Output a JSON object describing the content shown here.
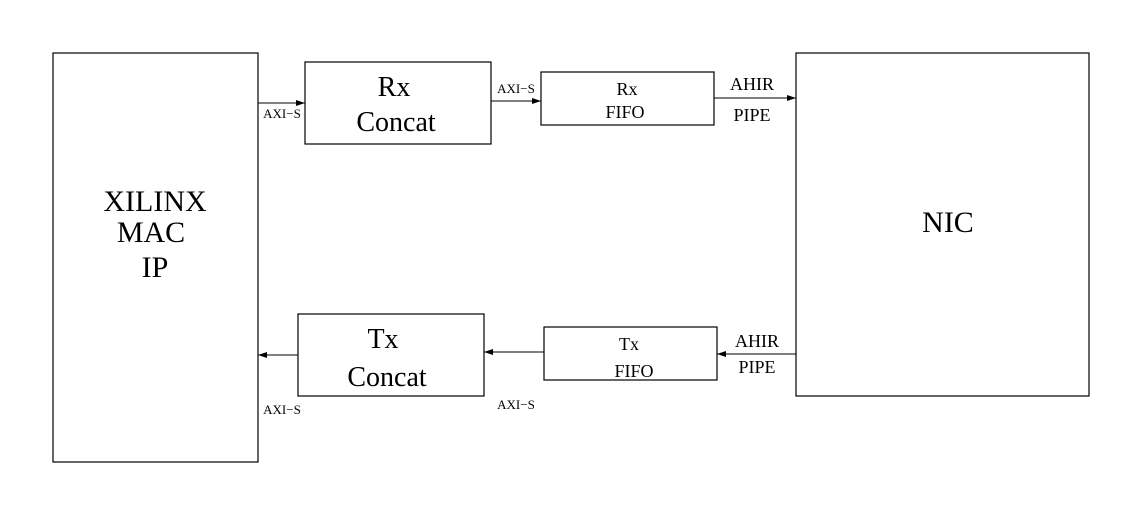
{
  "blocks": {
    "mac": {
      "lines": [
        "XILINX",
        "MAC",
        "IP"
      ]
    },
    "rx_concat": {
      "lines": [
        "Rx",
        "Concat"
      ]
    },
    "rx_fifo": {
      "lines": [
        "Rx",
        "FIFO"
      ]
    },
    "nic": {
      "lines": [
        "NIC"
      ]
    },
    "tx_concat": {
      "lines": [
        "Tx",
        "Concat"
      ]
    },
    "tx_fifo": {
      "lines": [
        "Tx",
        "FIFO"
      ]
    }
  },
  "labels": {
    "axi_s_mac_rx": "AXI−S",
    "axi_s_concat_fifo_rx": "AXI−S",
    "ahir_rx": "AHIR",
    "pipe_rx": "PIPE",
    "ahir_tx": "AHIR",
    "pipe_tx": "PIPE",
    "axi_s_concat_fifo_tx": "AXI−S",
    "axi_s_mac_tx": "AXI−S"
  }
}
